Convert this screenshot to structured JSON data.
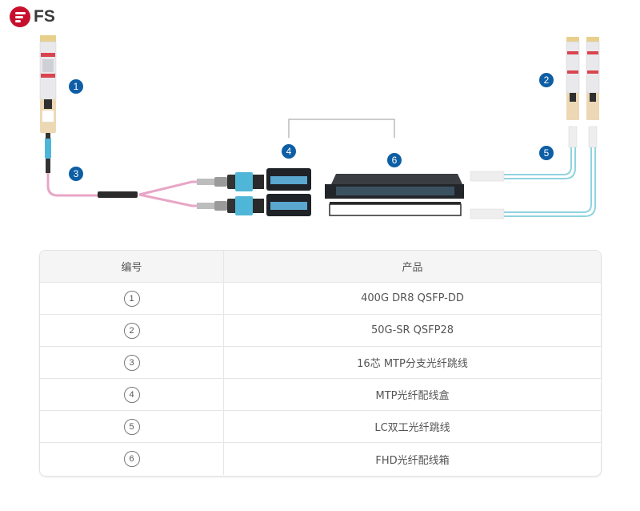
{
  "brand": {
    "logo_text": "FS",
    "logo_color": "#c8102e"
  },
  "diagram": {
    "badges": [
      {
        "id": "1",
        "label": "1"
      },
      {
        "id": "2",
        "label": "2"
      },
      {
        "id": "3",
        "label": "3"
      },
      {
        "id": "4",
        "label": "4"
      },
      {
        "id": "5",
        "label": "5"
      },
      {
        "id": "6",
        "label": "6"
      }
    ],
    "badge_color": "#0e5ea5",
    "cable_colors": {
      "mtp_trunk": "#e8a6c6",
      "lc_duplex": "#8fd3e0",
      "mtp_connector": "#4fb6d8"
    }
  },
  "table": {
    "headers": [
      "编号",
      "产品"
    ],
    "rows": [
      {
        "num": "1",
        "product": "400G DR8 QSFP-DD"
      },
      {
        "num": "2",
        "product": "50G-SR QSFP28"
      },
      {
        "num": "3",
        "product": "16芯 MTP分支光纤跳线"
      },
      {
        "num": "4",
        "product": "MTP光纤配线盒"
      },
      {
        "num": "5",
        "product": "LC双工光纤跳线"
      },
      {
        "num": "6",
        "product": "FHD光纤配线箱"
      }
    ]
  }
}
